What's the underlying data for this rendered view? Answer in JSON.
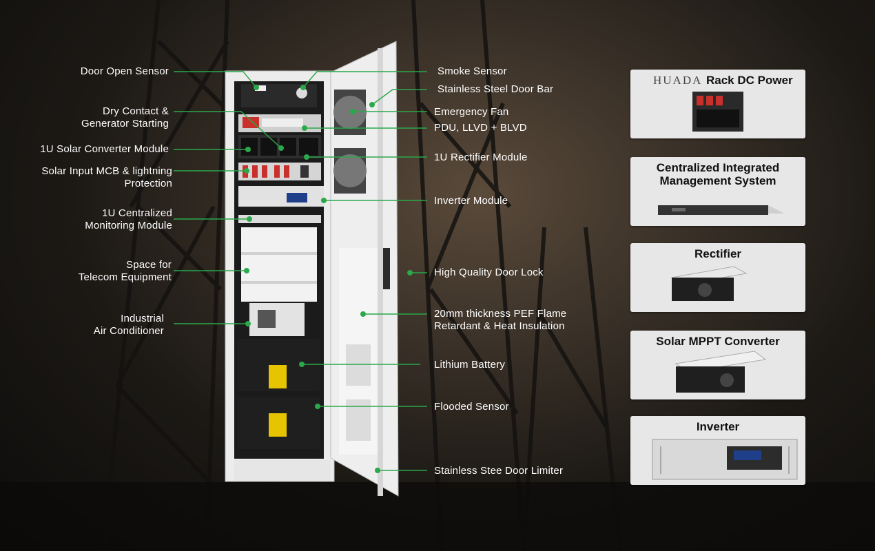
{
  "callouts_left": [
    {
      "id": "door-open-sensor",
      "lines": [
        "Door Open Sensor"
      ]
    },
    {
      "id": "dry-contact",
      "lines": [
        "Dry Contact &",
        "Generator Starting"
      ]
    },
    {
      "id": "solar-converter-module",
      "lines": [
        "1U Solar Converter Module"
      ]
    },
    {
      "id": "solar-input-mcb",
      "lines": [
        "Solar Input MCB & lightning",
        "Protection"
      ]
    },
    {
      "id": "centralized-monitoring",
      "lines": [
        "1U Centralized",
        "Monitoring Module"
      ]
    },
    {
      "id": "telecom-space",
      "lines": [
        "Space for",
        "Telecom Equipment"
      ]
    },
    {
      "id": "air-conditioner",
      "lines": [
        "Industrial",
        "Air Conditioner"
      ]
    }
  ],
  "callouts_right": [
    {
      "id": "smoke-sensor",
      "lines": [
        "Smoke Sensor"
      ]
    },
    {
      "id": "door-bar",
      "lines": [
        "Stainless Steel Door Bar"
      ]
    },
    {
      "id": "emergency-fan",
      "lines": [
        "Emergency Fan"
      ]
    },
    {
      "id": "pdu",
      "lines": [
        "PDU, LLVD + BLVD"
      ]
    },
    {
      "id": "rectifier-module",
      "lines": [
        "1U Rectifier Module"
      ]
    },
    {
      "id": "inverter-module",
      "lines": [
        "Inverter Module"
      ]
    },
    {
      "id": "door-lock",
      "lines": [
        "High Quality Door Lock"
      ]
    },
    {
      "id": "pef-insulation",
      "lines": [
        "20mm thickness  PEF Flame",
        "Retardant & Heat Insulation"
      ]
    },
    {
      "id": "lithium-battery",
      "lines": [
        "Lithium Battery"
      ]
    },
    {
      "id": "flooded-sensor",
      "lines": [
        "Flooded Sensor"
      ]
    },
    {
      "id": "door-limiter",
      "lines": [
        "Stainless Stee Door Limiter"
      ]
    }
  ],
  "cards": [
    {
      "id": "rack-dc-power",
      "brand": "HUADA",
      "title_lines": [
        "Rack DC Power"
      ]
    },
    {
      "id": "management-system",
      "title_lines": [
        "Centralized Integrated",
        "Management System"
      ]
    },
    {
      "id": "rectifier",
      "title_lines": [
        "Rectifier"
      ]
    },
    {
      "id": "solar-mppt",
      "title_lines": [
        "Solar MPPT Converter"
      ]
    },
    {
      "id": "inverter",
      "title_lines": [
        "Inverter"
      ]
    }
  ],
  "colors": {
    "leader": "#2aa84a",
    "text": "#ffffff",
    "card_bg": "#e7e7e7"
  }
}
